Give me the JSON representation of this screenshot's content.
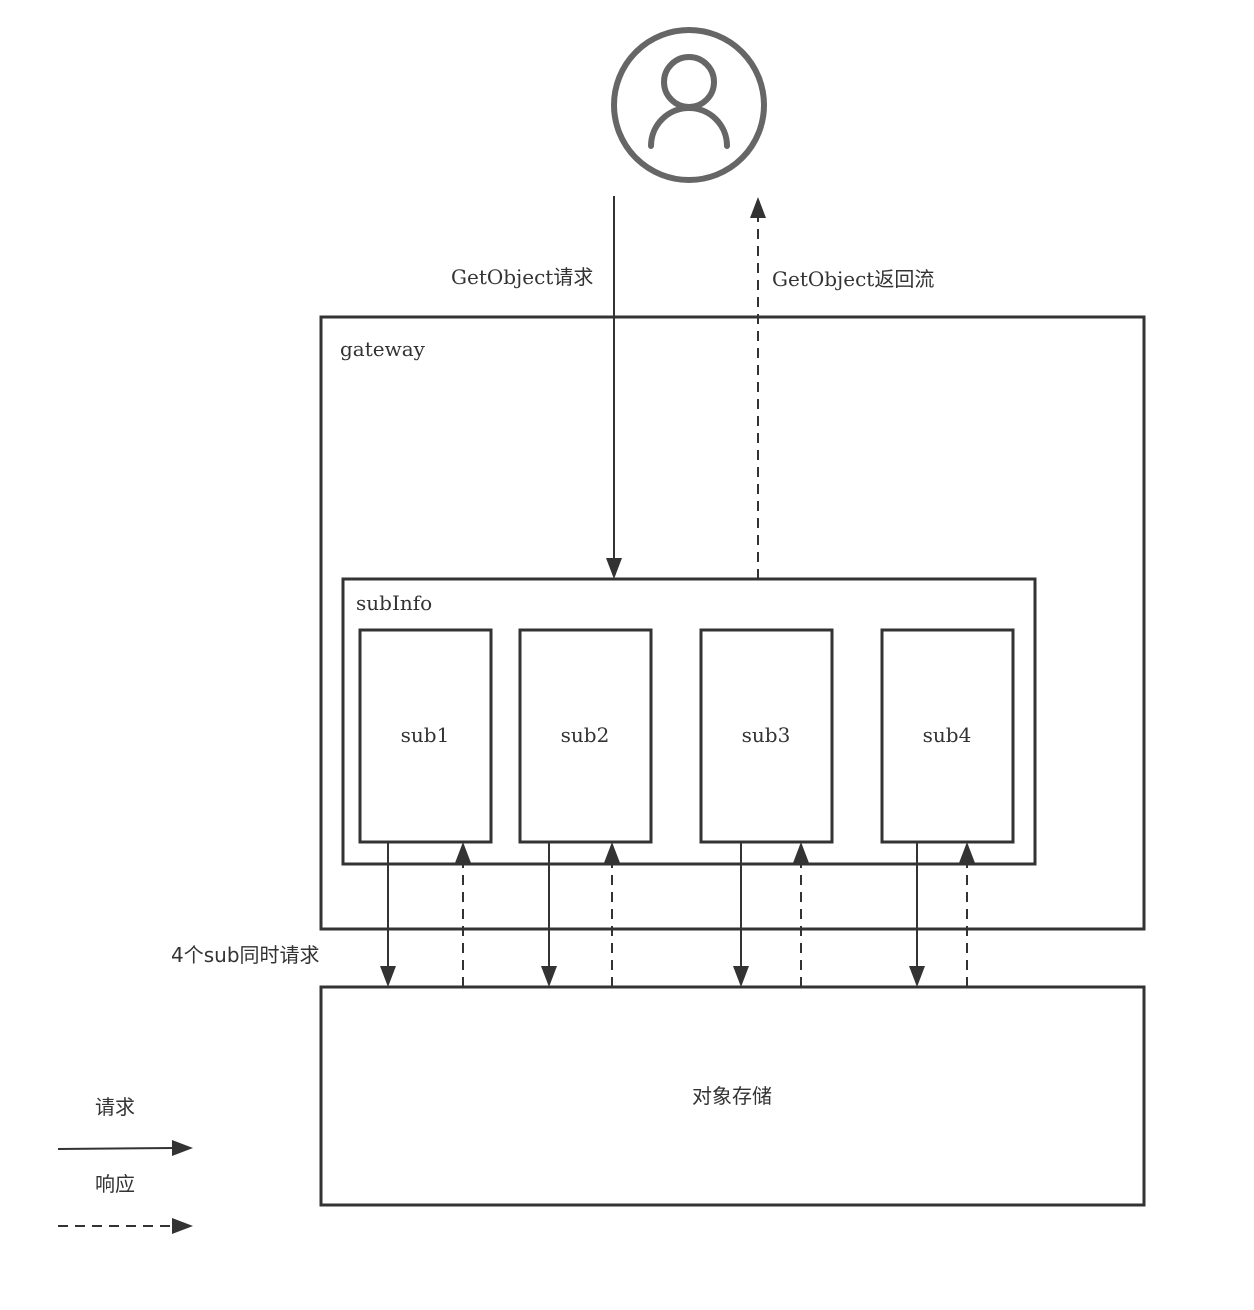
{
  "user": {
    "icon": "user-icon"
  },
  "labels": {
    "request": "GetObject请求",
    "response_stream": "GetObject返回流",
    "gateway": "gateway",
    "subinfo": "subInfo",
    "concurrent": "4个sub同时请求",
    "storage": "对象存储"
  },
  "subs": [
    "sub1",
    "sub2",
    "sub3",
    "sub4"
  ],
  "legend": {
    "request_label": "请求",
    "response_label": "响应"
  },
  "colors": {
    "stroke": "#333333",
    "user_icon": "#666666"
  }
}
